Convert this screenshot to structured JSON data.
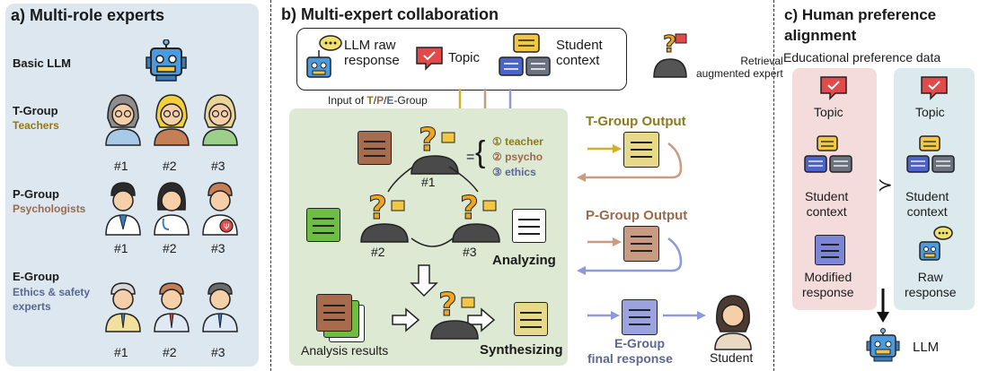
{
  "panel_a": {
    "title": "a) Multi-role experts",
    "basic_llm": "Basic LLM",
    "t_group": {
      "name": "T-Group",
      "role": "Teachers"
    },
    "p_group": {
      "name": "P-Group",
      "role": "Psychologists"
    },
    "e_group": {
      "name": "E-Group",
      "role_line1": "Ethics & safety",
      "role_line2": "experts"
    },
    "index_labels": [
      "#1",
      "#2",
      "#3"
    ]
  },
  "panel_b": {
    "title": "b) Multi-expert collaboration",
    "llm_raw_response": "LLM raw\nresponse",
    "topic": "Topic",
    "student_context": "Student\ncontext",
    "retrieval_expert": "Retrieval\naugmented expert",
    "input_label": {
      "prefix": "Input of ",
      "t": "T",
      "slash1": "/",
      "p": "P",
      "slash2": "/",
      "e": "E",
      "suffix": "-Group"
    },
    "expert_list": {
      "eq": "=",
      "item1": "① teacher",
      "item2": "② psycho",
      "item3": "③ ethics"
    },
    "node_labels": [
      "#1",
      "#2",
      "#3"
    ],
    "analyzing": "Analyzing",
    "analysis_results": "Analysis results",
    "synthesizing": "Synthesizing",
    "t_output": "T-Group Output",
    "p_output": "P-Group Output",
    "e_final_line1": "E-Group",
    "e_final_line2": "final response",
    "student": "Student"
  },
  "panel_c": {
    "title_line1": "c) Human preference",
    "title_line2": "alignment",
    "subtitle": "Educational preference data",
    "left": {
      "topic": "Topic",
      "context": "Student\ncontext",
      "response": "Modified\nresponse"
    },
    "right": {
      "topic": "Topic",
      "context": "Student\ncontext",
      "response": "Raw\nresponse"
    },
    "succ": "≻",
    "llm": "LLM"
  },
  "colors": {
    "gold": "#8c7a1e",
    "brown": "#9a6a4a",
    "slate": "#5b6691",
    "green_panel": "#dde9d3",
    "blue_panel": "#dce7ef"
  }
}
